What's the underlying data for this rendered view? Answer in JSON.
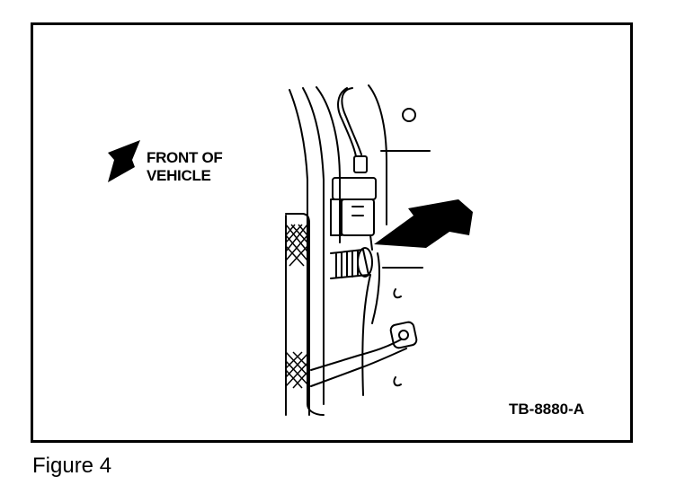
{
  "diagram": {
    "front_label_line1": "FRONT OF",
    "front_label_line2": "VEHICLE",
    "reference_code": "TB-8880-A"
  },
  "caption": "Figure 4"
}
